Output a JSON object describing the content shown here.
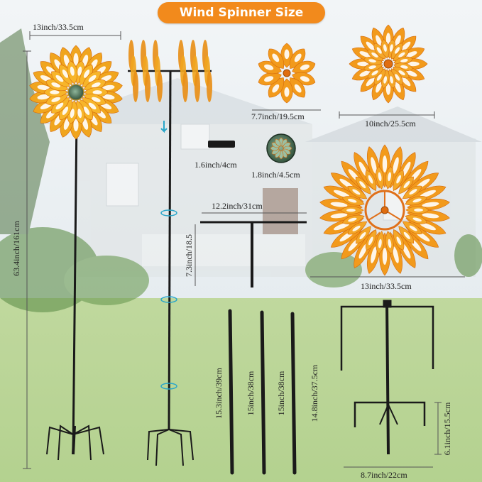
{
  "title": "Wind Spinner Size",
  "colors": {
    "accent": "#f28a1c",
    "petal": "#f29a1c",
    "pole": "#1a1a1a",
    "grass": "#9ec36c"
  },
  "dimensions": {
    "top_width": "13inch/33.5cm",
    "total_height": "63.4inch/161cm",
    "small_flower": "7.7inch/19.5cm",
    "medium_flower": "10inch/25.5cm",
    "connector": "1.6inch/4cm",
    "center_cap": "1.8inch/4.5cm",
    "t_bar_width": "12.2inch/31cm",
    "t_bar_height": "7.3inch/18.5",
    "large_flower": "13inch/33.5cm",
    "rod_1": "15.3inch/39cm",
    "rod_2": "15inch/38cm",
    "rod_3": "15inch/38cm",
    "rod_4": "14.8inch/37.5cm",
    "stake_height": "6.1inch/15.5cm",
    "stake_width": "8.7inch/22cm"
  }
}
